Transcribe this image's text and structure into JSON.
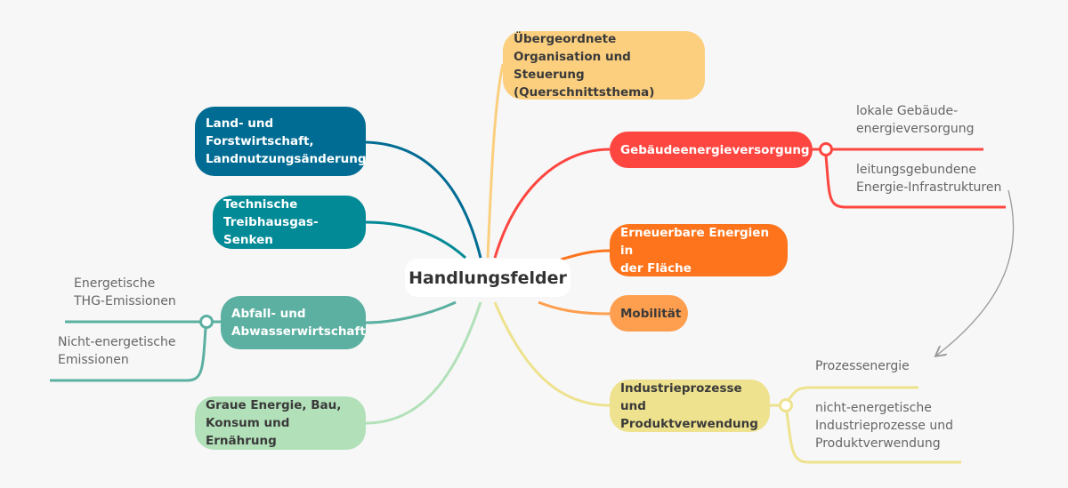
{
  "center": {
    "label": "Handlungsfelder"
  },
  "nodes": {
    "uebergeordnet": {
      "label": "Übergeordnete\nOrganisation und Steuerung\n(Querschnittsthema)",
      "color": "#fbcf7e"
    },
    "land": {
      "label": "Land- und\nForstwirtschaft,\nLandnutzungsänderung",
      "color": "#016c93"
    },
    "technische": {
      "label": "Technische\nTreibhausgas-Senken",
      "color": "#028a96"
    },
    "abfall": {
      "label": "Abfall- und\nAbwasserwirtschaft",
      "color": "#5bb0a1"
    },
    "graue": {
      "label": "Graue Energie, Bau,\nKonsum und Ernährung",
      "color": "#b2e1b9"
    },
    "gebaeude": {
      "label": "Gebäudeenergieversorgung",
      "color": "#fe4640"
    },
    "erneuerbare": {
      "label": "Erneuerbare Energien in\nder Fläche",
      "color": "#fd741c"
    },
    "mobilitaet": {
      "label": "Mobilität",
      "color": "#fe9f4f"
    },
    "industrie": {
      "label": "Industrieprozesse und\nProduktverwendung",
      "color": "#eee28e"
    }
  },
  "subtopics": {
    "gebaeude": [
      "lokale Gebäude-\nenergieversorgung",
      "leitungsgebundene\nEnergie-Infrastrukturen"
    ],
    "abfall": [
      "Energetische\nTHG-Emissionen",
      "Nicht-energetische\nEmissionen"
    ],
    "industrie": [
      "Prozessenergie",
      "nicht-energetische\nIndustrieprozesse und\nProduktverwendung"
    ]
  }
}
